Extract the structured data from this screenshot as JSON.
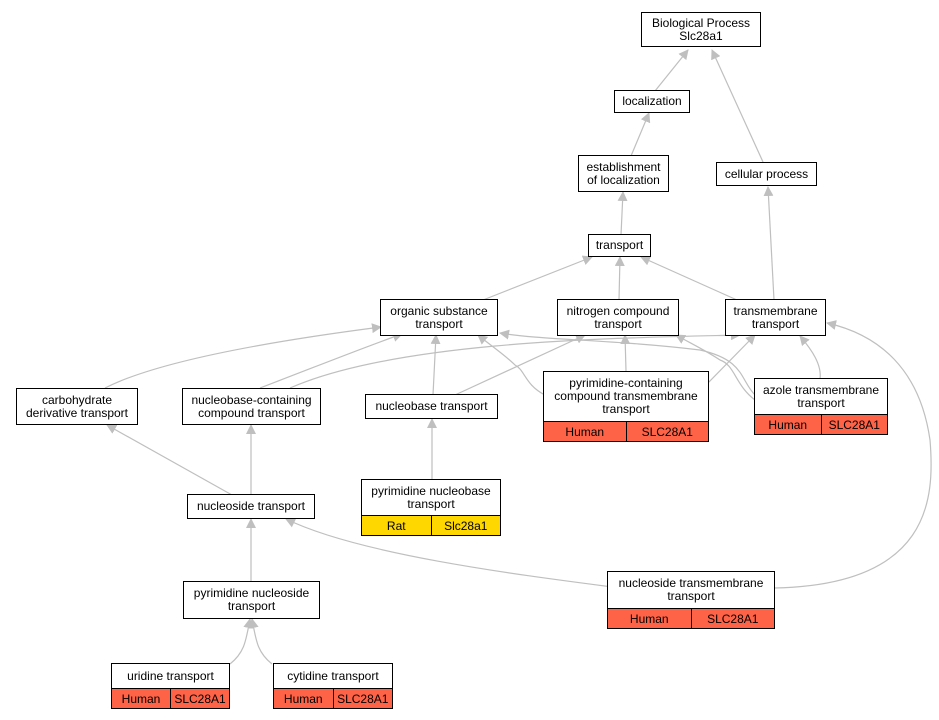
{
  "colors": {
    "edge": "#bfbfbf",
    "human": "#ff6347",
    "rat": "#ffd700",
    "border": "#000000"
  },
  "nodes": {
    "bp": {
      "label": "Biological Process\nSlc28a1"
    },
    "loc": {
      "label": "localization"
    },
    "estloc": {
      "label": "establishment\nof localization"
    },
    "cell": {
      "label": "cellular process"
    },
    "transport": {
      "label": "transport"
    },
    "organic": {
      "label": "organic substance\ntransport"
    },
    "nitrogen": {
      "label": "nitrogen compound\ntransport"
    },
    "transmem": {
      "label": "transmembrane\ntransport"
    },
    "carb": {
      "label": "carbohydrate\nderivative transport"
    },
    "nbcontain": {
      "label": "nucleobase-containing\ncompound transport"
    },
    "nbtrans": {
      "label": "nucleobase transport"
    },
    "pyrcont": {
      "label": "pyrimidine-containing\ncompound transmembrane\ntransport",
      "tag_left": "Human",
      "tag_right": "SLC28A1"
    },
    "azole": {
      "label": "azole transmembrane\ntransport",
      "tag_left": "Human",
      "tag_right": "SLC28A1"
    },
    "pyrnb": {
      "label": "pyrimidine nucleobase\ntransport",
      "tag_left": "Rat",
      "tag_right": "Slc28a1"
    },
    "nucleo": {
      "label": "nucleoside transport"
    },
    "pyrnuc": {
      "label": "pyrimidine nucleoside\ntransport"
    },
    "nuctm": {
      "label": "nucleoside transmembrane\ntransport",
      "tag_left": "Human",
      "tag_right": "SLC28A1"
    },
    "uridine": {
      "label": "uridine transport",
      "tag_left": "Human",
      "tag_right": "SLC28A1"
    },
    "cytidine": {
      "label": "cytidine transport",
      "tag_left": "Human",
      "tag_right": "SLC28A1"
    }
  }
}
